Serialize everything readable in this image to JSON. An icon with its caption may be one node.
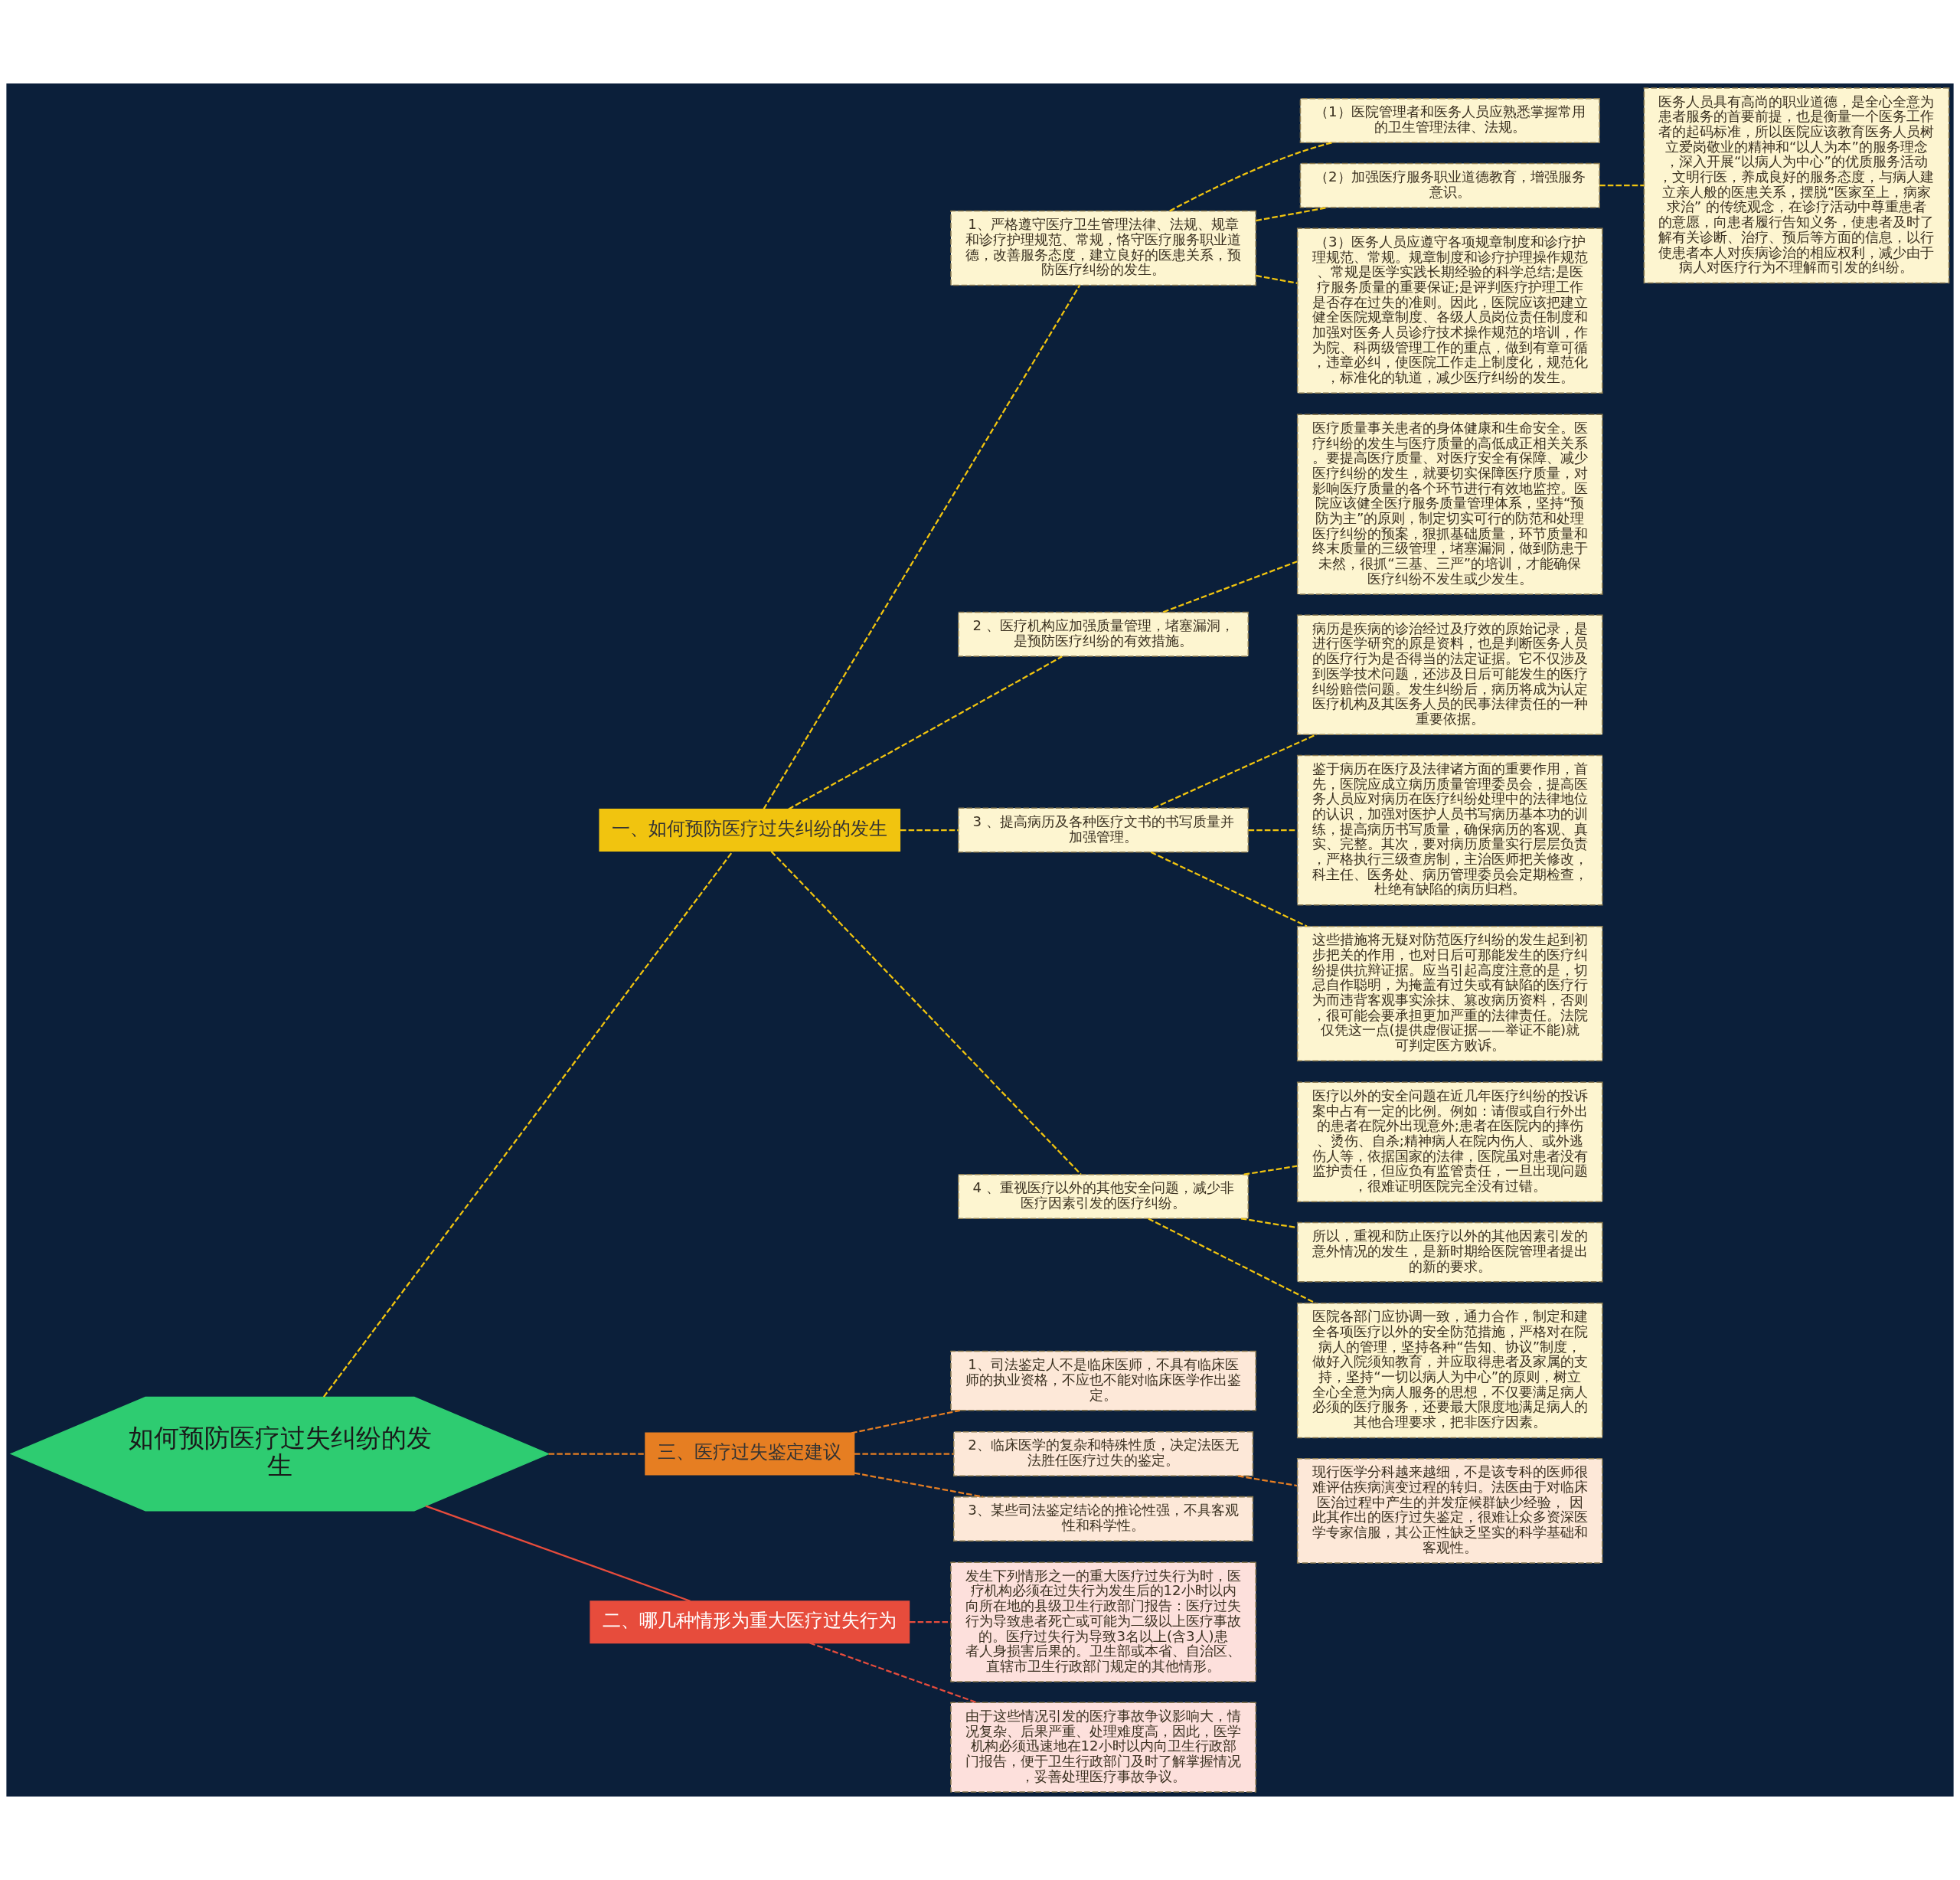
{
  "diagram": {
    "nodes": [
      {
        "text": [
          "如何预防医疗过失纠纷的发生"
        ]
      },
      {
        "text": [
          "一、如何预防医疗过失纠纷的发生"
        ]
      },
      {
        "text": [
          "1、严格遵守医疗卫生管理法律、法规、规章和诊疗护理规范、常规，恪守医疗服务职业道德，改善服务态度，建立良好的医患关系，预防医疗纠纷的发生。"
        ]
      },
      {
        "text": [
          "（1）医院管理者和医务人员应熟悉掌握常用的卫生管理法律、法规。"
        ]
      },
      {
        "text": [
          "（2）加强医疗服务职业道德教育，增强服务意识。"
        ]
      },
      {
        "text": [
          "医务人员具有高尚的职业道德，是全心全意为患者服务的首要前提，也是衡量一个医务工作者的起码标准，所以医院应该教育医务人员树立爱岗敬业的精神和“以人为本”的服务理念，深入开展“以病人为中心”的优质服务活动，文明行医，养成良好的服务态度，与病人建立亲人般的医患关系，摆脱“医家至上，病家求治” 的传统观念，在诊疗活动中尊重患者的意愿，向患者履行告知义务，使患者及时了解有关诊断、治疗、预后等方面的信息，以行使患者本人对疾病诊治的相应权利，减少由于病人对医疗行为不理解而引发的纠纷。"
        ]
      },
      {
        "text": [
          "（3）医务人员应遵守各项规章制度和诊疗护理规范、常规。规章制度和诊疗护理操作规范、常规是医学实践长期经验的科学总结;是医疗服务质量的重要保证;是评判医疗护理工作是否存在过失的准则。因此，医院应该把建立健全医院规章制度、各级人员岗位责任制度和加强对医务人员诊疗技术操作规范的培训，作为院、科两级管理工作的重点，做到有章可循，违章必纠，使医院工作走上制度化，规范化，标准化的轨道，减少医疗纠纷的发生。"
        ]
      },
      {
        "text": [
          "2 、医疗机构应加强质量管理，堵塞漏洞，是预防医疗纠纷的有效措施。"
        ]
      },
      {
        "text": [
          "医疗质量事关患者的身体健康和生命安全。医疗纠纷的发生与医疗质量的高低成正相关关系。要提高医疗质量、对医疗安全有保障、减少医疗纠纷的发生，就要切实保障医疗质量，对影响医疗质量的各个环节进行有效地监控。医院应该健全医疗服务质量管理体系，坚持“预防为主”的原则，制定切实可行的防范和处理医疗纠纷的预案，狠抓基础质量，环节质量和终末质量的三级管理，堵塞漏洞，做到防患于未然，很抓“三基、三严”的培训，才能确保医疗纠纷不发生或少发生。"
        ]
      },
      {
        "text": [
          "3 、提高病历及各种医疗文书的书写质量并加强管理。"
        ]
      },
      {
        "text": [
          "病历是疾病的诊治经过及疗效的原始记录，是进行医学研究的原是资料，也是判断医务人员的医疗行为是否得当的法定证据。它不仅涉及到医学技术问题，还涉及日后可能发生的医疗纠纷赔偿问题。发生纠纷后，病历将成为认定医疗机构及其医务人员的民事法律责任的一种重要依据。"
        ]
      },
      {
        "text": [
          "鉴于病历在医疗及法律诸方面的重要作用，首先，医院应成立病历质量管理委员会，提高医务人员应对病历在医疗纠纷处理中的法律地位的认识，加强对医护人员书写病历基本功的训练，提高病历书写质量，确保病历的客观、真实、完整。其次，要对病历质量实行层层负责，严格执行三级查房制，主治医师把关修改，科主任、医务处、病历管理委员会定期检查，杜绝有缺陷的病历归档。"
        ]
      },
      {
        "text": [
          "这些措施将无疑对防范医疗纠纷的发生起到初步把关的作用，也对日后可那能发生的医疗纠纷提供抗辩证据。应当引起高度注意的是，切忌自作聪明，为掩盖有过失或有缺陷的医疗行为而违背客观事实涂抹、篡改病历资料，否则，很可能会要承担更加严重的法律责任。法院仅凭这一点(提供虚假证据——举证不能)就可判定医方败诉。"
        ]
      },
      {
        "text": [
          "4 、重视医疗以外的其他安全问题，减少非医疗因素引发的医疗纠纷。"
        ]
      },
      {
        "text": [
          "医疗以外的安全问题在近几年医疗纠纷的投诉案中占有一定的比例。例如：请假或自行外出的患者在院外出现意外;患者在医院内的摔伤、烫伤、自杀;精神病人在院内伤人、或外逃伤人等，依据国家的法律，医院虽对患者没有监护责任，但应负有监管责任，一旦出现问题，很难证明医院完全没有过错。"
        ]
      },
      {
        "text": [
          "所以，重视和防止医疗以外的其他因素引发的意外情况的发生，是新时期给医院管理者提出的新的要求。"
        ]
      },
      {
        "text": [
          "医院各部门应协调一致，通力合作，制定和建全各项医疗以外的安全防范措施，严格对在院病人的管理，坚持各种“告知、协议”制度，做好入院须知教育，并应取得患者及家属的支持，坚持“一切以病人为中心”的原则，树立全心全意为病人服务的思想，不仅要满足病人必须的医疗服务，还要最大限度地满足病人的其他合理要求，把非医疗因素。"
        ]
      },
      {
        "text": [
          "三、医疗过失鉴定建议"
        ]
      },
      {
        "text": [
          "1、司法鉴定人不是临床医师，不具有临床医师的执业资格，不应也不能对临床医学作出鉴定。"
        ]
      },
      {
        "text": [
          "2、临床医学的复杂和特殊性质，决定法医无法胜任医疗过失的鉴定。"
        ]
      },
      {
        "text": [
          "现行医学分科越来越细，不是该专科的医师很难评估疾病演变过程的转归。法医由于对临床医治过程中产生的并发症候群缺少经验， 因此其作出的医疗过失鉴定，很难让众多资深医学专家信服，其公正性缺乏坚实的科学基础和客观性。"
        ]
      },
      {
        "text": [
          "3、某些司法鉴定结论的推论性强，不具客观性和科学性。"
        ]
      },
      {
        "text": [
          "二、哪几种情形为重大医疗过失行为"
        ]
      },
      {
        "text": [
          "发生下列情形之一的重大医疗过失行为时，医疗机构必须在过失行为发生后的12小时以内向所在地的县级卫生行政部门报告：医疗过失行为导致患者死亡或可能为二级以上医疗事故的。医疗过失行为导致3名以上(含3人)患者人身损害后果的。卫生部或本省、自治区、直辖市卫生行政部门规定的其他情形。"
        ]
      },
      {
        "text": [
          "由于这些情况引发的医疗事故争议影响大，情况复杂、后果严重、处理难度高，因此，医学机构必须迅速地在12小时以内向卫生行政部门报告，便于卫生行政部门及时了解掌握情况，妥善处理医疗事故争议。"
        ]
      }
    ],
    "edges": [
      {
        "from": 0,
        "to": 1,
        "arrow": "none",
        "style": "dashed"
      },
      {
        "from": 1,
        "to": 2,
        "arrow": "none",
        "style": "dashed"
      },
      {
        "from": 2,
        "to": 3,
        "arrow": "none",
        "style": "dashed"
      },
      {
        "from": 2,
        "to": 4,
        "arrow": "none",
        "style": "dashed"
      },
      {
        "from": 4,
        "to": 5,
        "arrow": "none",
        "style": "dashed"
      },
      {
        "from": 2,
        "to": 6,
        "arrow": "none",
        "style": "dashed"
      },
      {
        "from": 1,
        "to": 7,
        "arrow": "none",
        "style": "dashed"
      },
      {
        "from": 7,
        "to": 8,
        "arrow": "none",
        "style": "dashed"
      },
      {
        "from": 1,
        "to": 9,
        "arrow": "none",
        "style": "dashed"
      },
      {
        "from": 9,
        "to": 10,
        "arrow": "none",
        "style": "dashed"
      },
      {
        "from": 9,
        "to": 11,
        "arrow": "none",
        "style": "dashed"
      },
      {
        "from": 9,
        "to": 12,
        "arrow": "none",
        "style": "dashed"
      },
      {
        "from": 1,
        "to": 13,
        "arrow": "none",
        "style": "dashed"
      },
      {
        "from": 13,
        "to": 14,
        "arrow": "none",
        "style": "dashed"
      },
      {
        "from": 13,
        "to": 15,
        "arrow": "none",
        "style": "dashed"
      },
      {
        "from": 13,
        "to": 16,
        "arrow": "none",
        "style": "dashed"
      },
      {
        "from": 0,
        "to": 17,
        "arrow": "none",
        "style": "dashed",
        "color": "#e67e22"
      },
      {
        "from": 17,
        "to": 18,
        "arrow": "none",
        "style": "dashed",
        "color": "#e67e22"
      },
      {
        "from": 17,
        "to": 19,
        "arrow": "none",
        "style": "dashed",
        "color": "#e67e22"
      },
      {
        "from": 19,
        "to": 20,
        "arrow": "none",
        "style": "dashed",
        "color": "#e67e22"
      },
      {
        "from": 17,
        "to": 21,
        "arrow": "none",
        "style": "dashed",
        "color": "#e67e22"
      },
      {
        "from": 0,
        "to": 22,
        "arrow": "none",
        "color": "#e74c3c"
      },
      {
        "from": 22,
        "to": 23,
        "arrow": "none",
        "style": "dashed",
        "color": "#e74c3c"
      },
      {
        "from": 22,
        "to": 24,
        "arrow": "none",
        "style": "dashed",
        "color": "#e74c3c"
      }
    ]
  }
}
